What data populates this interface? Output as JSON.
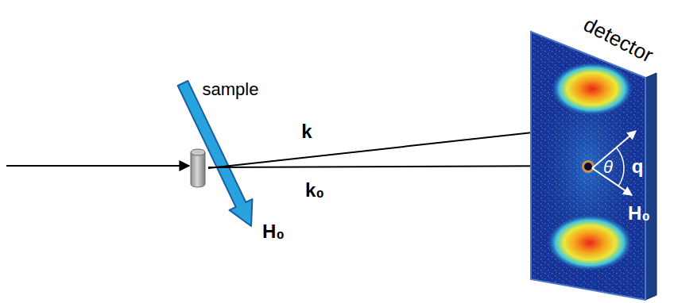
{
  "diagram": {
    "labels": [
      "sample",
      "k",
      "k₀",
      "H₀",
      "detector",
      "q",
      "θ",
      "H₀"
    ]
  }
}
